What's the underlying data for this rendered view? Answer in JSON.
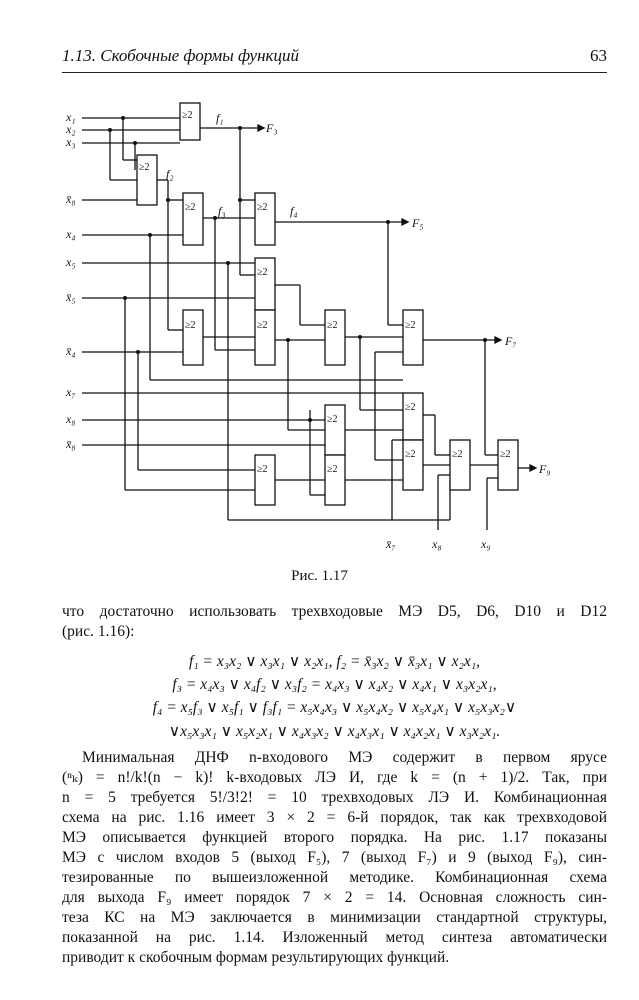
{
  "header": {
    "section": "1.13. Скобочные формы функций",
    "page": "63"
  },
  "figure": {
    "caption": "Рис. 1.17",
    "gate_label": "≥2",
    "inputs_left": [
      "x₁",
      "x₂",
      "x₃",
      "x̄₈",
      "x₄",
      "x₅",
      "x̄₅",
      "x̄₄",
      "x₇",
      "x₈",
      "x̄₈"
    ],
    "inputs_bottom": [
      "x̄₇",
      "x₈",
      "x₉"
    ],
    "internal": [
      "f₁",
      "f₂",
      "f₃",
      "f₄"
    ],
    "outputs": [
      "F₃",
      "F₅",
      "F₇",
      "F₉"
    ]
  },
  "text": {
    "intro": [
      "что достаточно использовать трехвходовые МЭ D5, D6, D10 и D12",
      "(рис. 1.16):"
    ],
    "formulas": [
      "f₁ = x₃x₂ ∨ x₃x₁ ∨ x₂x₁,  f₂ = x̄₃x₂ ∨ x̄₃x₁ ∨ x₂x₁,",
      "f₃ = x₄x₃ ∨ x₄f₂ ∨ x₃f₂ = x₄x₃ ∨ x₄x₂ ∨ x₄x₁ ∨ x₃x₂x₁,",
      "f₄ = x₅f₃ ∨ x₅f₁ ∨ f₃f₁ = x₅x₄x₃ ∨ x₅x₄x₂ ∨ x₅x₄x₁ ∨ x₅x₃x₂∨",
      "∨x₅x₃x₁ ∨ x₅x₂x₁ ∨ x₄x₃x₂ ∨ x₄x₃x₁ ∨ x₄x₂x₁ ∨ x₃x₂x₁."
    ],
    "paragraph": [
      "Минимальная ДНФ n-входового МЭ содержит в первом ярусе",
      "(ⁿₖ) = n!/k!(n − k)! k-входовых ЛЭ И, где k = (n + 1)/2. Так, при",
      "n = 5 требуется 5!/3!2! = 10 трехвходовых ЛЭ И. Комбинационная",
      "схема на рис. 1.16 имеет 3 × 2 = 6-й порядок, так как трехвходовой",
      "МЭ описывается функцией второго порядка. На рис. 1.17 показаны",
      "МЭ с числом входов 5 (выход F₅), 7 (выход F₇) и 9 (выход F₉), син-",
      "тезированные по вышеизложенной методике. Комбинационная схема",
      "для выхода F₉ имеет порядок 7 × 2 = 14. Основная сложность син-",
      "теза КС на МЭ заключается в минимизации стандартной структуры,",
      "показанной на рис. 1.14. Изложенный метод синтеза автоматически",
      "приводит к скобочным формам результирующих функций."
    ]
  }
}
